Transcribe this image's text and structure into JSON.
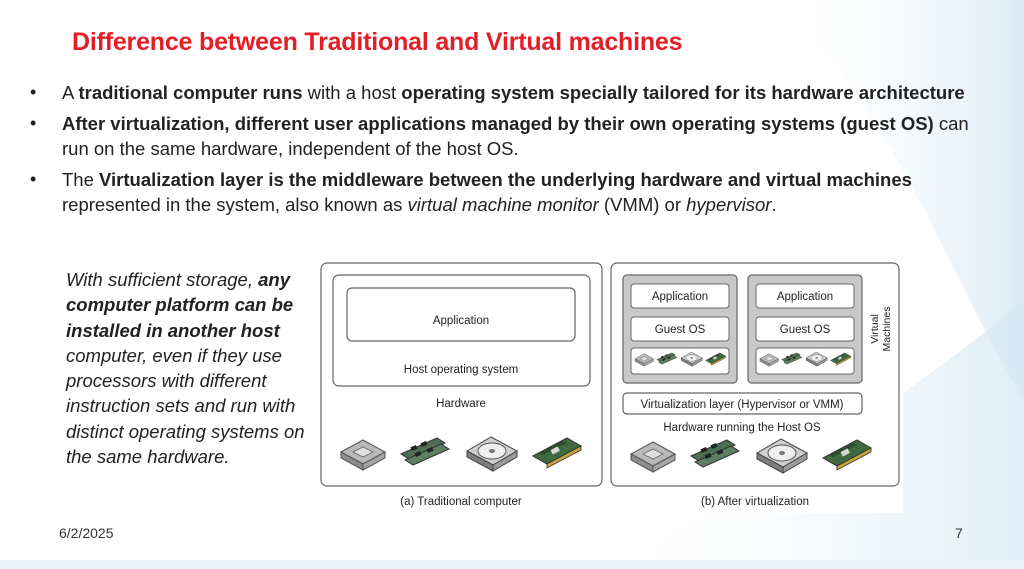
{
  "slide": {
    "title": "Difference between Traditional and Virtual machines",
    "bullets": [
      {
        "segments": [
          {
            "text": "A ",
            "style": "normal"
          },
          {
            "text": "traditional computer runs",
            "style": "bold"
          },
          {
            "text": " with a host ",
            "style": "normal"
          },
          {
            "text": "operating system specially tailored for its hardware architecture",
            "style": "bold"
          }
        ]
      },
      {
        "segments": [
          {
            "text": "After virtualization, different user applications managed by their own operating systems (guest OS)",
            "style": "bold"
          },
          {
            "text": " can run on the same hardware, independent of the host OS.",
            "style": "normal"
          }
        ]
      },
      {
        "segments": [
          {
            "text": "The ",
            "style": "normal"
          },
          {
            "text": "Virtualization layer is the middleware between the underlying hardware and virtual machines",
            "style": "bold"
          },
          {
            "text": " represented in the system, also known as ",
            "style": "normal"
          },
          {
            "text": "virtual machine monitor",
            "style": "italic"
          },
          {
            "text": " (VMM) or ",
            "style": "normal"
          },
          {
            "text": "hypervisor",
            "style": "italic"
          },
          {
            "text": ".",
            "style": "normal"
          }
        ]
      }
    ],
    "side_note": [
      {
        "text": "With sufficient storage, ",
        "style": "normal"
      },
      {
        "text": "any computer platform can be installed in another host",
        "style": "bold"
      },
      {
        "text": "  computer, even if they use processors with different instruction sets and run with distinct operating systems on the same hardware.",
        "style": "normal"
      }
    ],
    "date": "6/2/2025",
    "page_number": "7"
  },
  "diagram": {
    "traditional": {
      "application": "Application",
      "host_os": "Host operating system",
      "hardware": "Hardware",
      "caption": "(a) Traditional computer"
    },
    "virtualized": {
      "vm1_application": "Application",
      "vm1_guest_os": "Guest OS",
      "vm2_application": "Application",
      "vm2_guest_os": "Guest OS",
      "vm_label_line1": "Virtual",
      "vm_label_line2": "Machines",
      "virtualization_layer": "Virtualization layer (Hypervisor or VMM)",
      "hardware_host": "Hardware running the Host OS",
      "caption": "(b) After virtualization"
    },
    "hardware_icons": [
      "cpu-icon",
      "memory-icon",
      "hard-disk-icon",
      "network-card-icon"
    ]
  },
  "colors": {
    "title": "#e41e26",
    "swoosh": "#dcecf6",
    "vm_box": "#c8c8c8"
  }
}
